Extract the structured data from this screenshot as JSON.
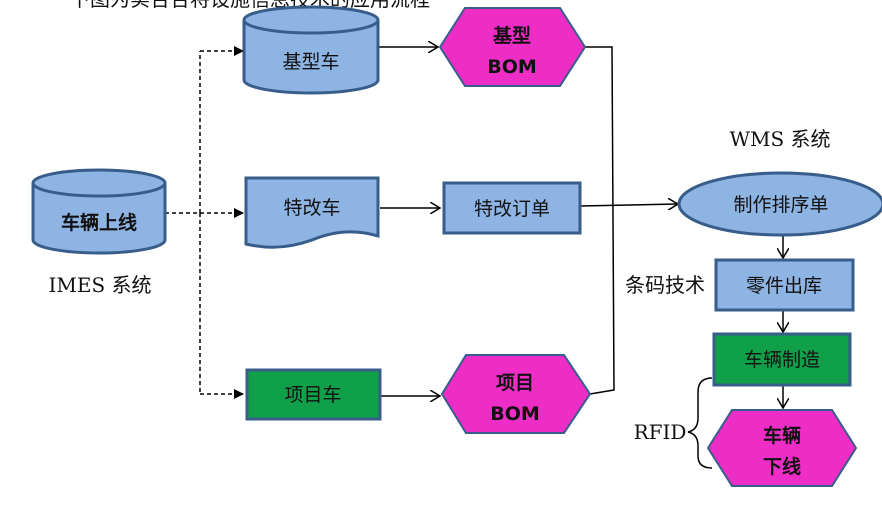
{
  "title_partial": "下图为实合合将设施信息技术的应用流程",
  "nodes": {
    "vehicle_online": "车辆上线",
    "base_car": "基型车",
    "base_bom_line1": "基型",
    "base_bom_line2": "BOM",
    "modified_car": "特改车",
    "modified_order": "特改订单",
    "project_car": "项目车",
    "project_bom_line1": "项目",
    "project_bom_line2": "BOM",
    "make_sequence": "制作排序单",
    "parts_outbound": "零件出库",
    "vehicle_manufacture": "车辆制造",
    "vehicle_offline_line1": "车辆",
    "vehicle_offline_line2": "下线"
  },
  "labels": {
    "imes_system": "IMES 系统",
    "wms_system": "WMS 系统",
    "barcode_tech": "条码技术",
    "rfid": "RFID"
  },
  "colors": {
    "blue_fill": "#8eb4e3",
    "blue_stroke": "#385d8a",
    "magenta_fill": "#ee2cc6",
    "green_fill": "#10a04a"
  }
}
